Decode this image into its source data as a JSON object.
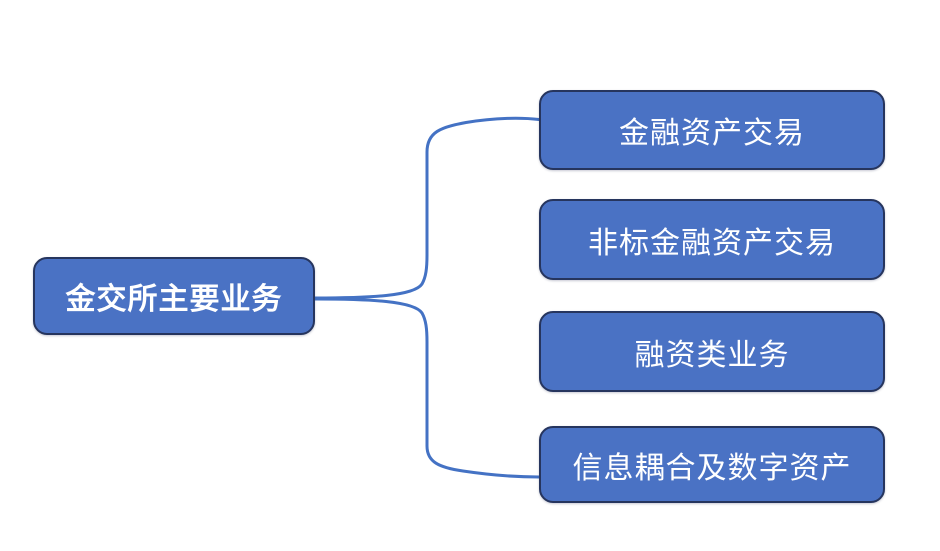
{
  "diagram": {
    "root": {
      "label": "金交所主要业务"
    },
    "children": [
      {
        "label": "金融资产交易"
      },
      {
        "label": "非标金融资产交易"
      },
      {
        "label": "融资类业务"
      },
      {
        "label": "信息耦合及数字资产"
      }
    ],
    "colors": {
      "box_fill": "#4A72C4",
      "box_border": "#26355E",
      "connector": "#4472C4",
      "text": "#FFFFFF",
      "background": "#FFFFFF"
    }
  }
}
